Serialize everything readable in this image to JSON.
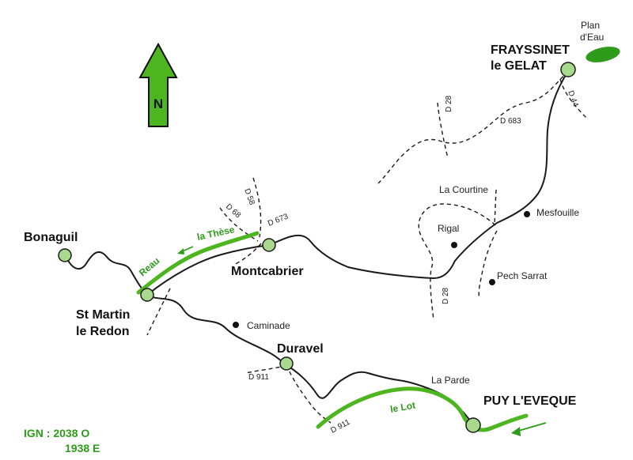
{
  "colors": {
    "river": "#4db51f",
    "water": "#2e9b1a",
    "road": "#1a1a1a",
    "village_fill": "#a9d98c"
  },
  "north": {
    "letter": "N"
  },
  "towns": {
    "frayssinet_l1": "FRAYSSINET",
    "frayssinet_l2": "le GELAT",
    "bonaguil": "Bonaguil",
    "montcabrier": "Montcabrier",
    "stmartin_l1": "St Martin",
    "stmartin_l2": "le Redon",
    "duravel": "Duravel",
    "puy": "PUY L'EVEQUE"
  },
  "places": {
    "plan_l1": "Plan",
    "plan_l2": "d'Eau",
    "la_courtine": "La Courtine",
    "mesfouille": "Mesfouille",
    "rigal": "Rigal",
    "pech_sarrat": "Pech Sarrat",
    "caminade": "Caminade",
    "la_parde": "La Parde"
  },
  "roads": {
    "d683": "D 683",
    "d44": "D 44",
    "d28_top": "D 28",
    "d28_bottom": "D 28",
    "d58": "D 58",
    "d68": "D 68",
    "d673": "D 673",
    "d911_left": "D 911",
    "d911_bottom": "D 911"
  },
  "rivers": {
    "these": "la Thèse",
    "reau": "Reau",
    "lot": "le Lot"
  },
  "ign": {
    "line1": "IGN : 2038 O",
    "line2": "1938 E"
  }
}
